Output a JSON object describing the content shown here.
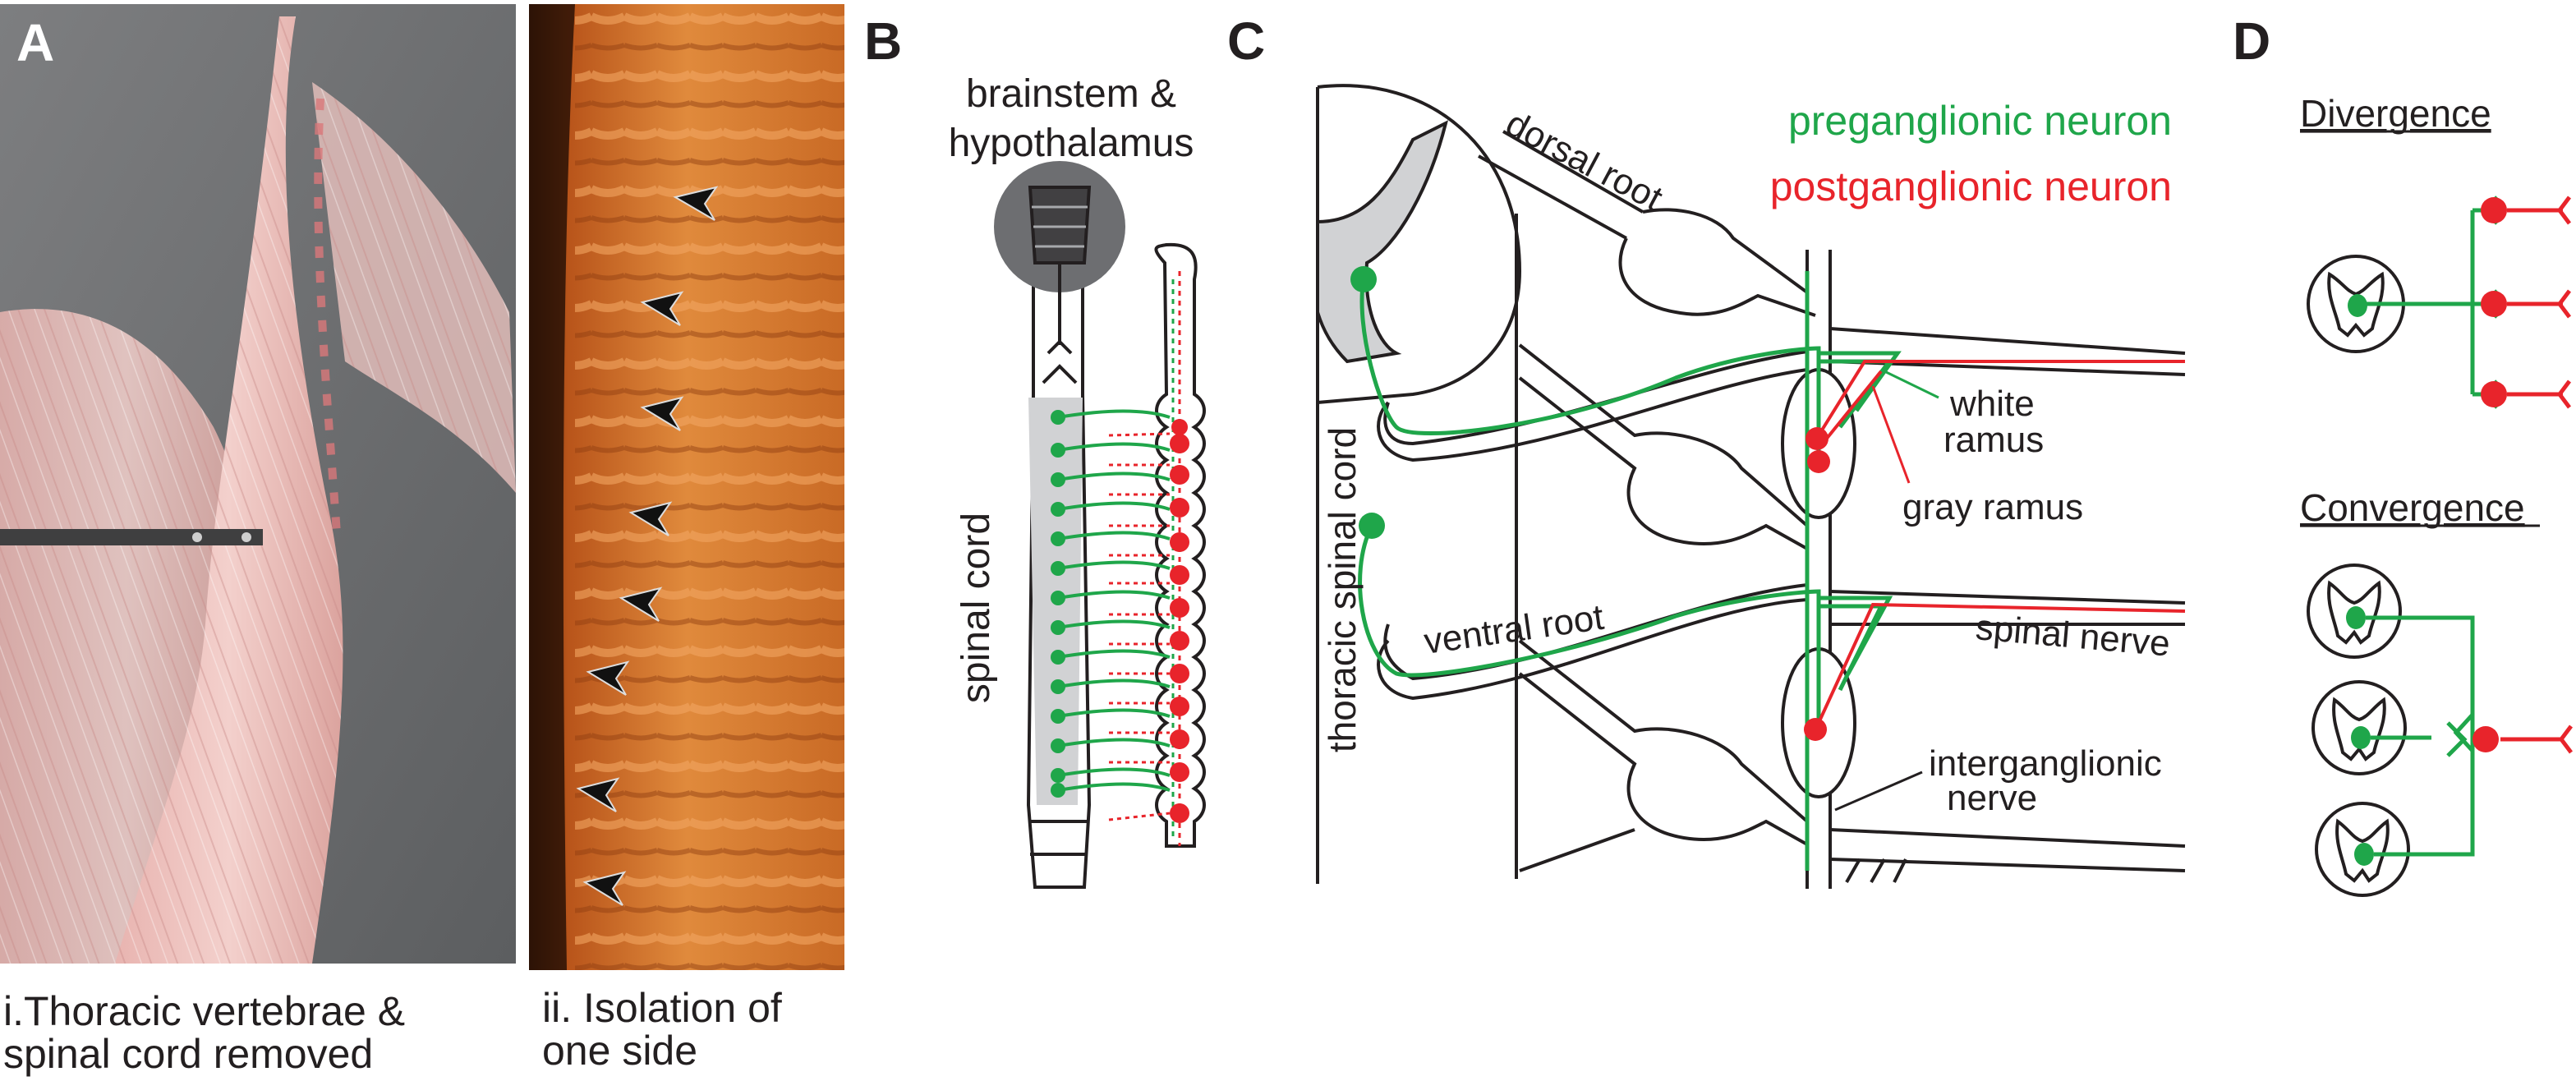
{
  "panel_a": {
    "letter": "A",
    "caption_i": [
      "i.Thoracic vertebrae &",
      "spinal cord removed"
    ],
    "caption_ii": [
      "ii. Isolation of",
      "one side"
    ]
  },
  "panel_b": {
    "letter": "B",
    "title": [
      "brainstem &",
      "hypothalamus"
    ],
    "cord_label": "spinal cord"
  },
  "panel_c": {
    "letter": "C",
    "legend_pre": "preganglionic neuron",
    "legend_post": "postganglionic neuron",
    "dorsal_root": "dorsal root",
    "ventral_root": "ventral root",
    "white_ramus": [
      "white",
      "ramus"
    ],
    "gray_ramus": "gray ramus",
    "spinal_nerve": "spinal nerve",
    "interganglionic": [
      "interganglionic",
      "nerve"
    ],
    "thoracic": "thoracic spinal cord"
  },
  "panel_d": {
    "letter": "D",
    "divergence": "Divergence",
    "convergence": "Convergence"
  },
  "colors": {
    "green": "#1fa64a",
    "red": "#e8242b",
    "black": "#231f20"
  }
}
